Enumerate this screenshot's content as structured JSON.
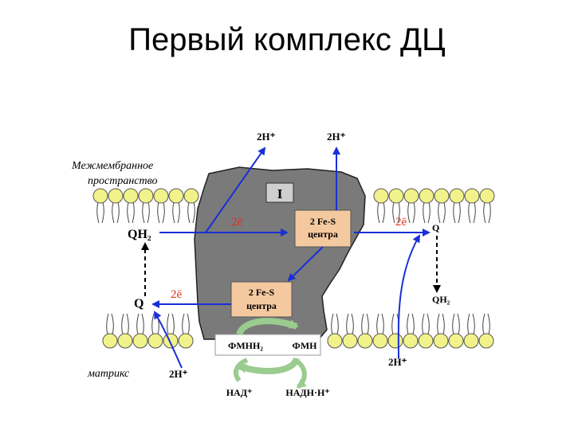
{
  "title": "Первый комплекс ДЦ",
  "diagram": {
    "regions": {
      "intermembrane": [
        "Межмембранное",
        "пространство"
      ],
      "matrix": "матрикс"
    },
    "complex_label": "I",
    "proton_labels": {
      "top_left": "2H⁺",
      "top_right": "2H⁺",
      "bottom_right": "2H⁺",
      "bottom_left": "2H⁺"
    },
    "electron_labels": {
      "left": "2ē",
      "right": "2ē",
      "lower": "2ē"
    },
    "quinones": {
      "qh2_left": "QH₂",
      "q_left": "Q",
      "q_right": "Q",
      "qh2_right": "QH₂"
    },
    "fes_upper": [
      "2 Fe-S",
      "центра"
    ],
    "fes_lower": [
      "2 Fe-S",
      "центра"
    ],
    "flavin": {
      "fmnh2": "ФМНН₂",
      "fmn": "ФМН"
    },
    "nad": {
      "nad_plus": "НАД⁺",
      "nadh": "НАДН·Н⁺"
    },
    "colors": {
      "arrow": "#1a2fd6",
      "electron_text": "#e0301e",
      "complex_fill": "#7a7a7a",
      "fes_box": "#f5c9a0",
      "lipid_head": "#f2f28a",
      "recycle_arrow": "#9acb8f"
    }
  }
}
